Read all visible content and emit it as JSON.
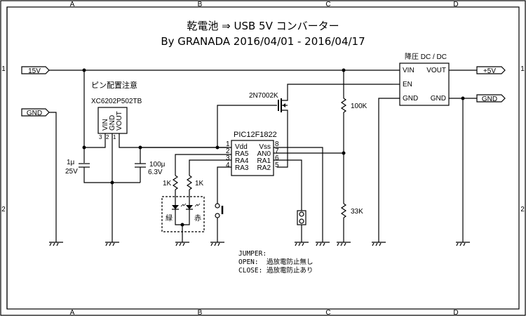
{
  "title": {
    "line1": "乾電池 ⇒ USB 5V コンバーター",
    "line2": "By GRANADA 2016/04/01 - 2016/04/17"
  },
  "border": {
    "columns": [
      "A",
      "B",
      "C",
      "D"
    ],
    "rows": [
      "1",
      "2"
    ]
  },
  "ports": {
    "in15v": "15V",
    "gnd_left": "GND",
    "out5v": "+5V",
    "gnd_right": "GND"
  },
  "regulator": {
    "note": "ピン配置注意",
    "part": "XC6202P502TB",
    "pin_labels": [
      "VIN",
      "GND",
      "VOUT"
    ],
    "pin_numbers": [
      "3",
      "2",
      "1"
    ]
  },
  "capacitors": {
    "c1_value": "1μ",
    "c1_voltage": "25V",
    "c2_value": "100μ",
    "c2_voltage": "6.3V"
  },
  "mosfet": {
    "part": "2N7002K"
  },
  "mcu": {
    "part": "PIC12F1822",
    "left_pins": [
      {
        "num": "1",
        "name": "Vdd"
      },
      {
        "num": "2",
        "name": "RA5"
      },
      {
        "num": "3",
        "name": "RA4"
      },
      {
        "num": "4",
        "name": "RA3"
      }
    ],
    "right_pins": [
      {
        "num": "8",
        "name": "Vss"
      },
      {
        "num": "7",
        "name": "AN0"
      },
      {
        "num": "6",
        "name": "RA1"
      },
      {
        "num": "5",
        "name": "RA2"
      }
    ]
  },
  "resistors": {
    "r_led1": "1K",
    "r_led2": "1K",
    "r_top": "100K",
    "r_bottom": "33K"
  },
  "leds": {
    "green": "緑",
    "red": "赤"
  },
  "dcdc": {
    "title": "降圧 DC / DC",
    "vin": "VIN",
    "vout": "VOUT",
    "en": "EN",
    "gnd_l": "GND",
    "gnd_r": "GND"
  },
  "jumper_note": {
    "line1": "JUMPER:",
    "line2": "OPEN:  過放電防止無し",
    "line3": "CLOSE: 過放電防止あり"
  }
}
